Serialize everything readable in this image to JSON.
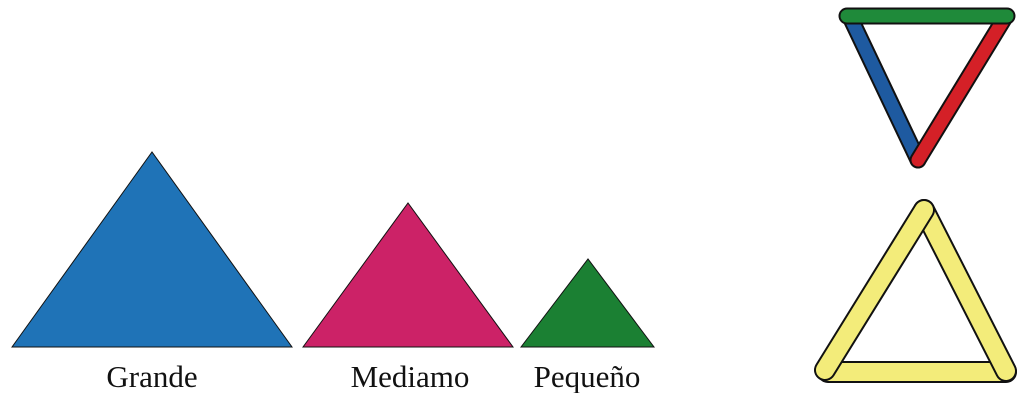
{
  "labels": {
    "large": "Grande",
    "medium": "Mediamo",
    "small": "Pequeño"
  },
  "colors": {
    "large_triangle": "#1f73b7",
    "medium_triangle": "#cc2267",
    "small_triangle": "#1b8033",
    "stick_green": "#1f8a3a",
    "stick_red": "#d42027",
    "stick_blue": "#1e5aa0",
    "stick_yellow": "#f3ec7a",
    "outline": "#111111"
  }
}
